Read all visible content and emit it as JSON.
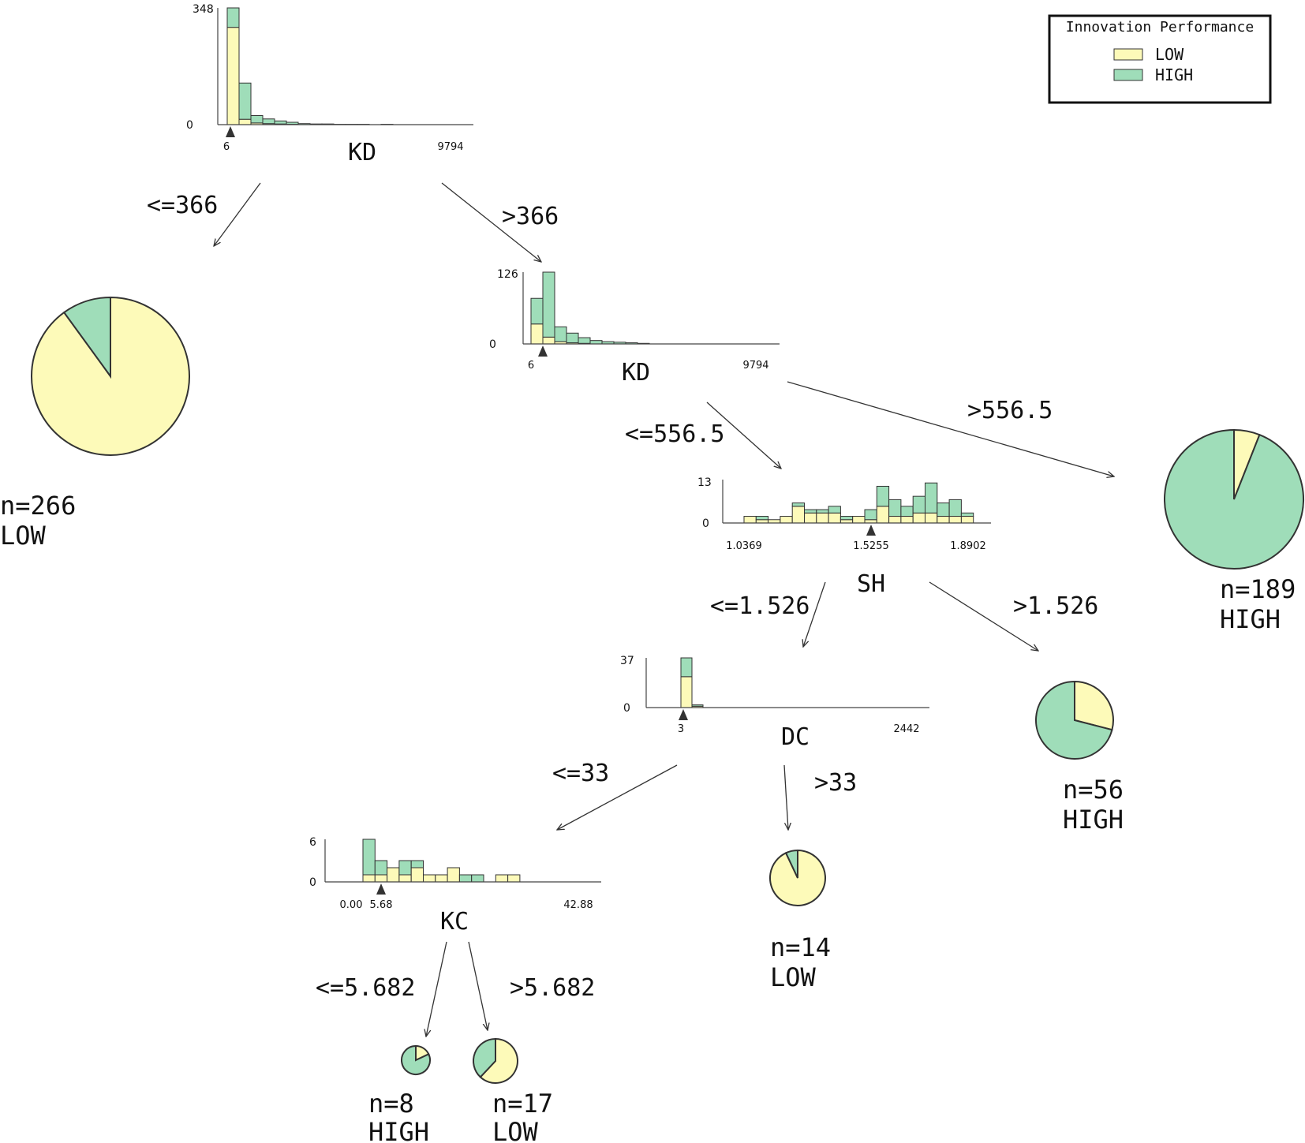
{
  "legend": {
    "title": "Innovation Performance",
    "items": [
      {
        "label": "LOW",
        "color": "#fdfab9"
      },
      {
        "label": "HIGH",
        "color": "#9fddb9"
      }
    ]
  },
  "colors": {
    "low": "#fdfab9",
    "high": "#9fddb9",
    "stroke": "#333333"
  },
  "nodes": {
    "root": {
      "variable": "KD",
      "hist": {
        "ymax_label": "348",
        "ymin_label": "0",
        "xmin_label": "6",
        "xmax_label": "9794",
        "low": [
          290,
          16,
          5,
          3,
          2,
          1,
          0,
          0,
          0,
          0,
          0,
          0,
          0,
          0
        ],
        "high": [
          58,
          108,
          22,
          14,
          9,
          6,
          3,
          2,
          2,
          1,
          1,
          1,
          0,
          1
        ]
      }
    },
    "kd2": {
      "variable": "KD",
      "hist": {
        "ymax_label": "126",
        "ymin_label": "0",
        "xmin_label": "6",
        "xmax_label": "9794",
        "low": [
          35,
          12,
          4,
          2,
          1,
          0,
          0,
          0,
          0,
          0
        ],
        "high": [
          45,
          114,
          26,
          17,
          10,
          6,
          4,
          3,
          2,
          1
        ]
      }
    },
    "sh": {
      "variable": "SH",
      "hist": {
        "ymax_label": "13",
        "ymin_label": "0",
        "xmin_label": "1.0369",
        "xmid_label": "1.5255",
        "xmax_label": "1.8902",
        "low": [
          2,
          1,
          1,
          2,
          5,
          3,
          3,
          3,
          1,
          2,
          1,
          5,
          2,
          2,
          3,
          3,
          2,
          2,
          2
        ],
        "high": [
          0,
          1,
          0,
          0,
          1,
          1,
          1,
          2,
          1,
          0,
          3,
          6,
          5,
          3,
          5,
          9,
          4,
          5,
          1
        ]
      }
    },
    "dc": {
      "variable": "DC",
      "hist": {
        "ymax_label": "37",
        "ymin_label": "0",
        "xmin_label": "3",
        "xmax_label": "2442",
        "low": [
          23,
          1
        ],
        "high": [
          14,
          1
        ]
      }
    },
    "kc": {
      "variable": "KC",
      "hist": {
        "ymax_label": "6",
        "ymin_label": "0",
        "xmin_label": "0.00",
        "xmid_label": "5.68",
        "xmax_label": "42.88",
        "low": [
          1,
          1,
          2,
          1,
          2,
          1,
          1,
          2,
          0,
          0,
          0,
          1,
          1
        ],
        "high": [
          5,
          2,
          0,
          2,
          1,
          0,
          0,
          0,
          1,
          1,
          0,
          0,
          0
        ]
      }
    }
  },
  "edges": {
    "root_left": "<=366",
    "root_right": ">366",
    "kd2_left": "<=556.5",
    "kd2_right": ">556.5",
    "sh_left": "<=1.526",
    "sh_right": ">1.526",
    "dc_left": "<=33",
    "dc_right": ">33",
    "kc_left": "<=5.682",
    "kc_right": ">5.682"
  },
  "leaves": {
    "leaf266": {
      "n_label": "n=266",
      "class_label": "LOW",
      "low_fraction": 0.9
    },
    "leaf189": {
      "n_label": "n=189",
      "class_label": "HIGH",
      "low_fraction": 0.06
    },
    "leaf56": {
      "n_label": "n=56",
      "class_label": "HIGH",
      "low_fraction": 0.29
    },
    "leaf14": {
      "n_label": "n=14",
      "class_label": "LOW",
      "low_fraction": 0.93
    },
    "leaf8": {
      "n_label": "n=8",
      "class_label": "HIGH",
      "low_fraction": 0.18
    },
    "leaf17": {
      "n_label": "n=17",
      "class_label": "LOW",
      "low_fraction": 0.62
    }
  }
}
